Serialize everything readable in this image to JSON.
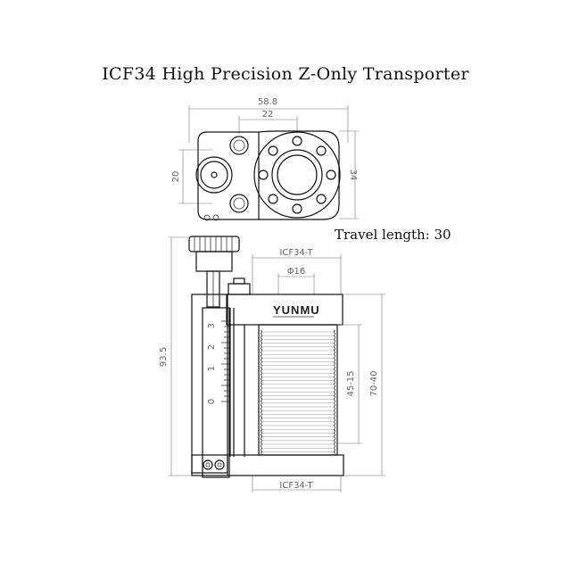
{
  "title": "ICF34 High Precision Z-Only Transporter",
  "travel_label": "Travel length: 30",
  "top_view": {
    "width_total": "58.8",
    "width_inner": "22",
    "height_left": "20",
    "height_right": "34"
  },
  "side_view": {
    "flange_top": "ICF34-T",
    "flange_bottom": "ICF34-T",
    "diameter": "Φ16",
    "height_total": "93.5",
    "bellows": "45-15",
    "range": "70-40",
    "brand": "YUNMU",
    "scale_marks": [
      "3",
      "2",
      "1",
      "0"
    ]
  },
  "colors": {
    "line": "#111111",
    "dimension": "#777777",
    "part_fill": "#ffffff"
  }
}
